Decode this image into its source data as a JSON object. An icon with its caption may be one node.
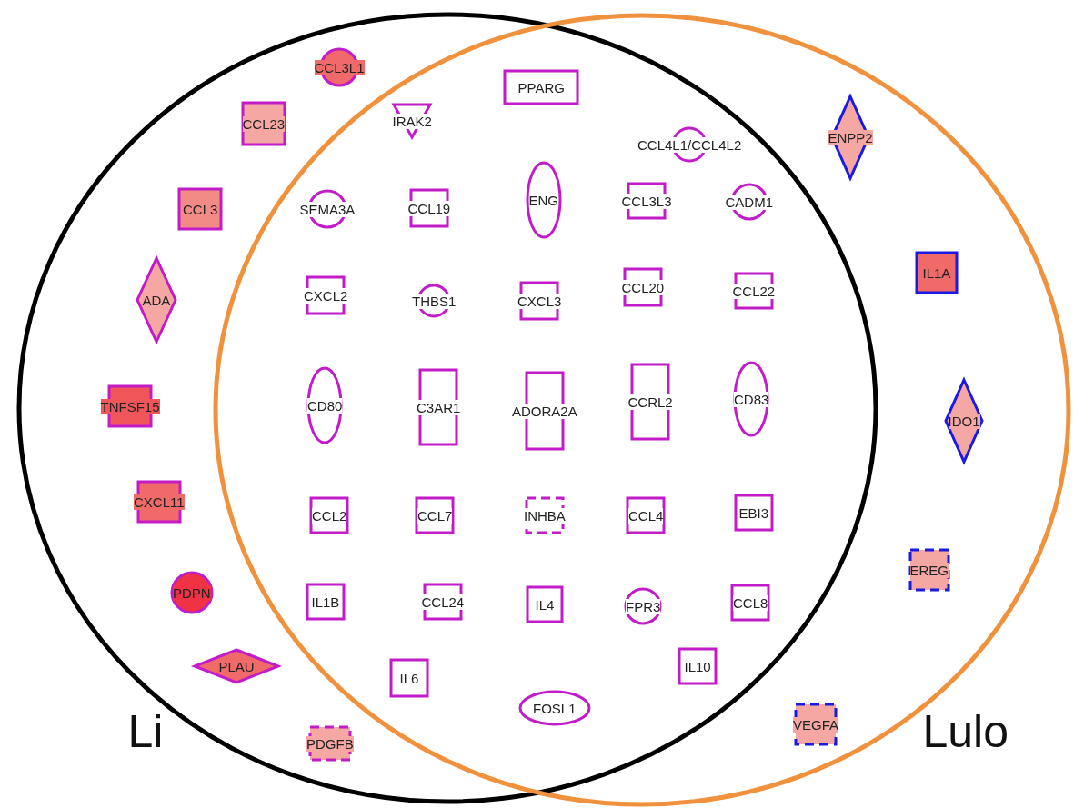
{
  "diagram": {
    "nodes": [
      {
        "text": [
          "Li"
        ]
      },
      {
        "text": [
          "Lulo"
        ]
      },
      {
        "text": [
          "CCL3L1"
        ],
        "in": 0
      },
      {
        "text": [
          "CCL23"
        ],
        "in": 0
      },
      {
        "text": [
          "CCL3"
        ],
        "in": 0
      },
      {
        "text": [
          "ADA"
        ],
        "in": 0
      },
      {
        "text": [
          "TNFSF15"
        ],
        "in": 0
      },
      {
        "text": [
          "CXCL11"
        ],
        "in": 0
      },
      {
        "text": [
          "PDPN"
        ],
        "in": 0
      },
      {
        "text": [
          "PLAU"
        ],
        "in": 0
      },
      {
        "text": [
          "PDGFB"
        ],
        "in": 0
      },
      {
        "text": [
          "PPARG"
        ]
      },
      {
        "text": [
          "IRAK2"
        ]
      },
      {
        "text": [
          "CCL4L1/CCL4L2"
        ]
      },
      {
        "text": [
          "ENG"
        ]
      },
      {
        "text": [
          "SEMA3A"
        ]
      },
      {
        "text": [
          "CCL19"
        ]
      },
      {
        "text": [
          "CCL3L3"
        ]
      },
      {
        "text": [
          "CADM1"
        ]
      },
      {
        "text": [
          "CXCL2"
        ]
      },
      {
        "text": [
          "THBS1"
        ]
      },
      {
        "text": [
          "CXCL3"
        ]
      },
      {
        "text": [
          "CCL20"
        ]
      },
      {
        "text": [
          "CCL22"
        ]
      },
      {
        "text": [
          "CD80"
        ]
      },
      {
        "text": [
          "C3AR1"
        ]
      },
      {
        "text": [
          "ADORA2A"
        ]
      },
      {
        "text": [
          "CCRL2"
        ]
      },
      {
        "text": [
          "CD83"
        ]
      },
      {
        "text": [
          "CCL2"
        ]
      },
      {
        "text": [
          "CCL7"
        ]
      },
      {
        "text": [
          "INHBA"
        ]
      },
      {
        "text": [
          "CCL4"
        ]
      },
      {
        "text": [
          "EBI3"
        ]
      },
      {
        "text": [
          "IL1B"
        ]
      },
      {
        "text": [
          "CCL24"
        ]
      },
      {
        "text": [
          "IL4"
        ]
      },
      {
        "text": [
          "FPR3"
        ]
      },
      {
        "text": [
          "CCL8"
        ]
      },
      {
        "text": [
          "IL6"
        ]
      },
      {
        "text": [
          "IL10"
        ]
      },
      {
        "text": [
          "FOSL1"
        ]
      },
      {
        "text": [
          "ENPP2"
        ],
        "in": 1
      },
      {
        "text": [
          "IL1A"
        ],
        "in": 1
      },
      {
        "text": [
          "IDO1"
        ],
        "in": 1
      },
      {
        "text": [
          "EREG"
        ],
        "in": 1
      },
      {
        "text": [
          "VEGFA"
        ],
        "in": 1
      }
    ]
  }
}
